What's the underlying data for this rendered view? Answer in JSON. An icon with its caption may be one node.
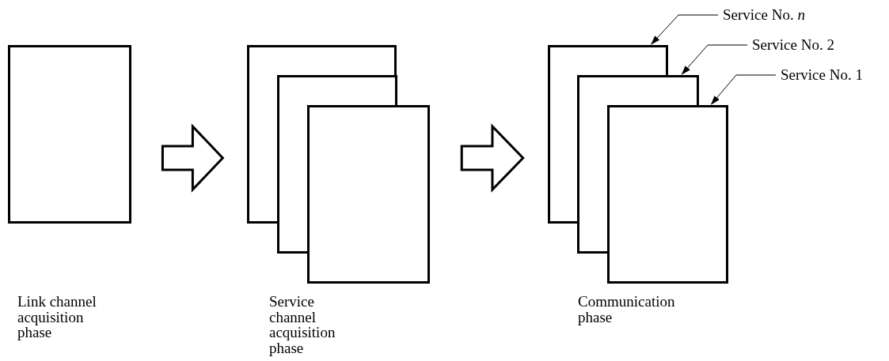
{
  "diagram": {
    "nodes": [
      {
        "text": [],
        "shape": "box"
      },
      {
        "text": [],
        "shape": "box"
      },
      {
        "text": [],
        "shape": "box"
      },
      {
        "text": [],
        "shape": "box"
      },
      {
        "text": [],
        "shape": "box"
      },
      {
        "text": [],
        "shape": "box"
      },
      {
        "text": [],
        "shape": "box"
      },
      {
        "text": [
          "Service No. *n*"
        ]
      },
      {
        "text": [
          "Service No. 2"
        ]
      },
      {
        "text": [
          "Service No. 1"
        ]
      }
    ],
    "edges": [
      {
        "from": 0,
        "to": 1,
        "arrow": "to",
        "style": "thick"
      },
      {
        "from": 3,
        "to": 4,
        "arrow": "to",
        "style": "thick"
      },
      {
        "from": 7,
        "to": 4,
        "arrow": "to"
      },
      {
        "from": 8,
        "to": 5,
        "arrow": "to"
      },
      {
        "from": 9,
        "to": 6,
        "arrow": "to"
      }
    ],
    "labels": [
      "Link channel acquisition phase",
      "Service channel acquisition phase",
      "Communication phase"
    ]
  }
}
